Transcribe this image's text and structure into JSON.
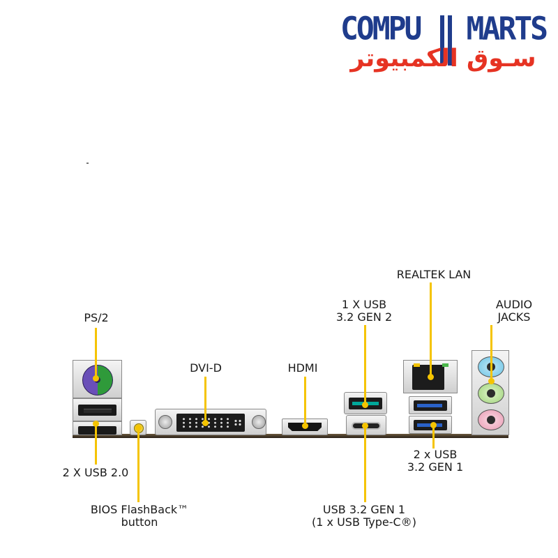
{
  "logo": {
    "left_text": "COMPU",
    "right_text": "MARTS",
    "arabic_text": "سـوق الكمبيوتر",
    "colors": {
      "primary": "#1f3c8c",
      "accent": "#e63323"
    }
  },
  "labels": {
    "ps2": "PS/2",
    "dvi": "DVI-D",
    "hdmi": "HDMI",
    "usb32gen2": [
      "1 X USB",
      "3.2 GEN 2"
    ],
    "lan": "REALTEK LAN",
    "audio": [
      "AUDIO",
      "JACKS"
    ],
    "usb20": "2 X USB 2.0",
    "flashback": [
      "BIOS FlashBack™",
      "button"
    ],
    "usbc": [
      "USB 3.2 GEN 1",
      "(1 x USB Type-C®)"
    ],
    "usb32gen1": [
      "2 x USB",
      "3.2 GEN 1"
    ]
  },
  "leader_color": "#f5c400"
}
